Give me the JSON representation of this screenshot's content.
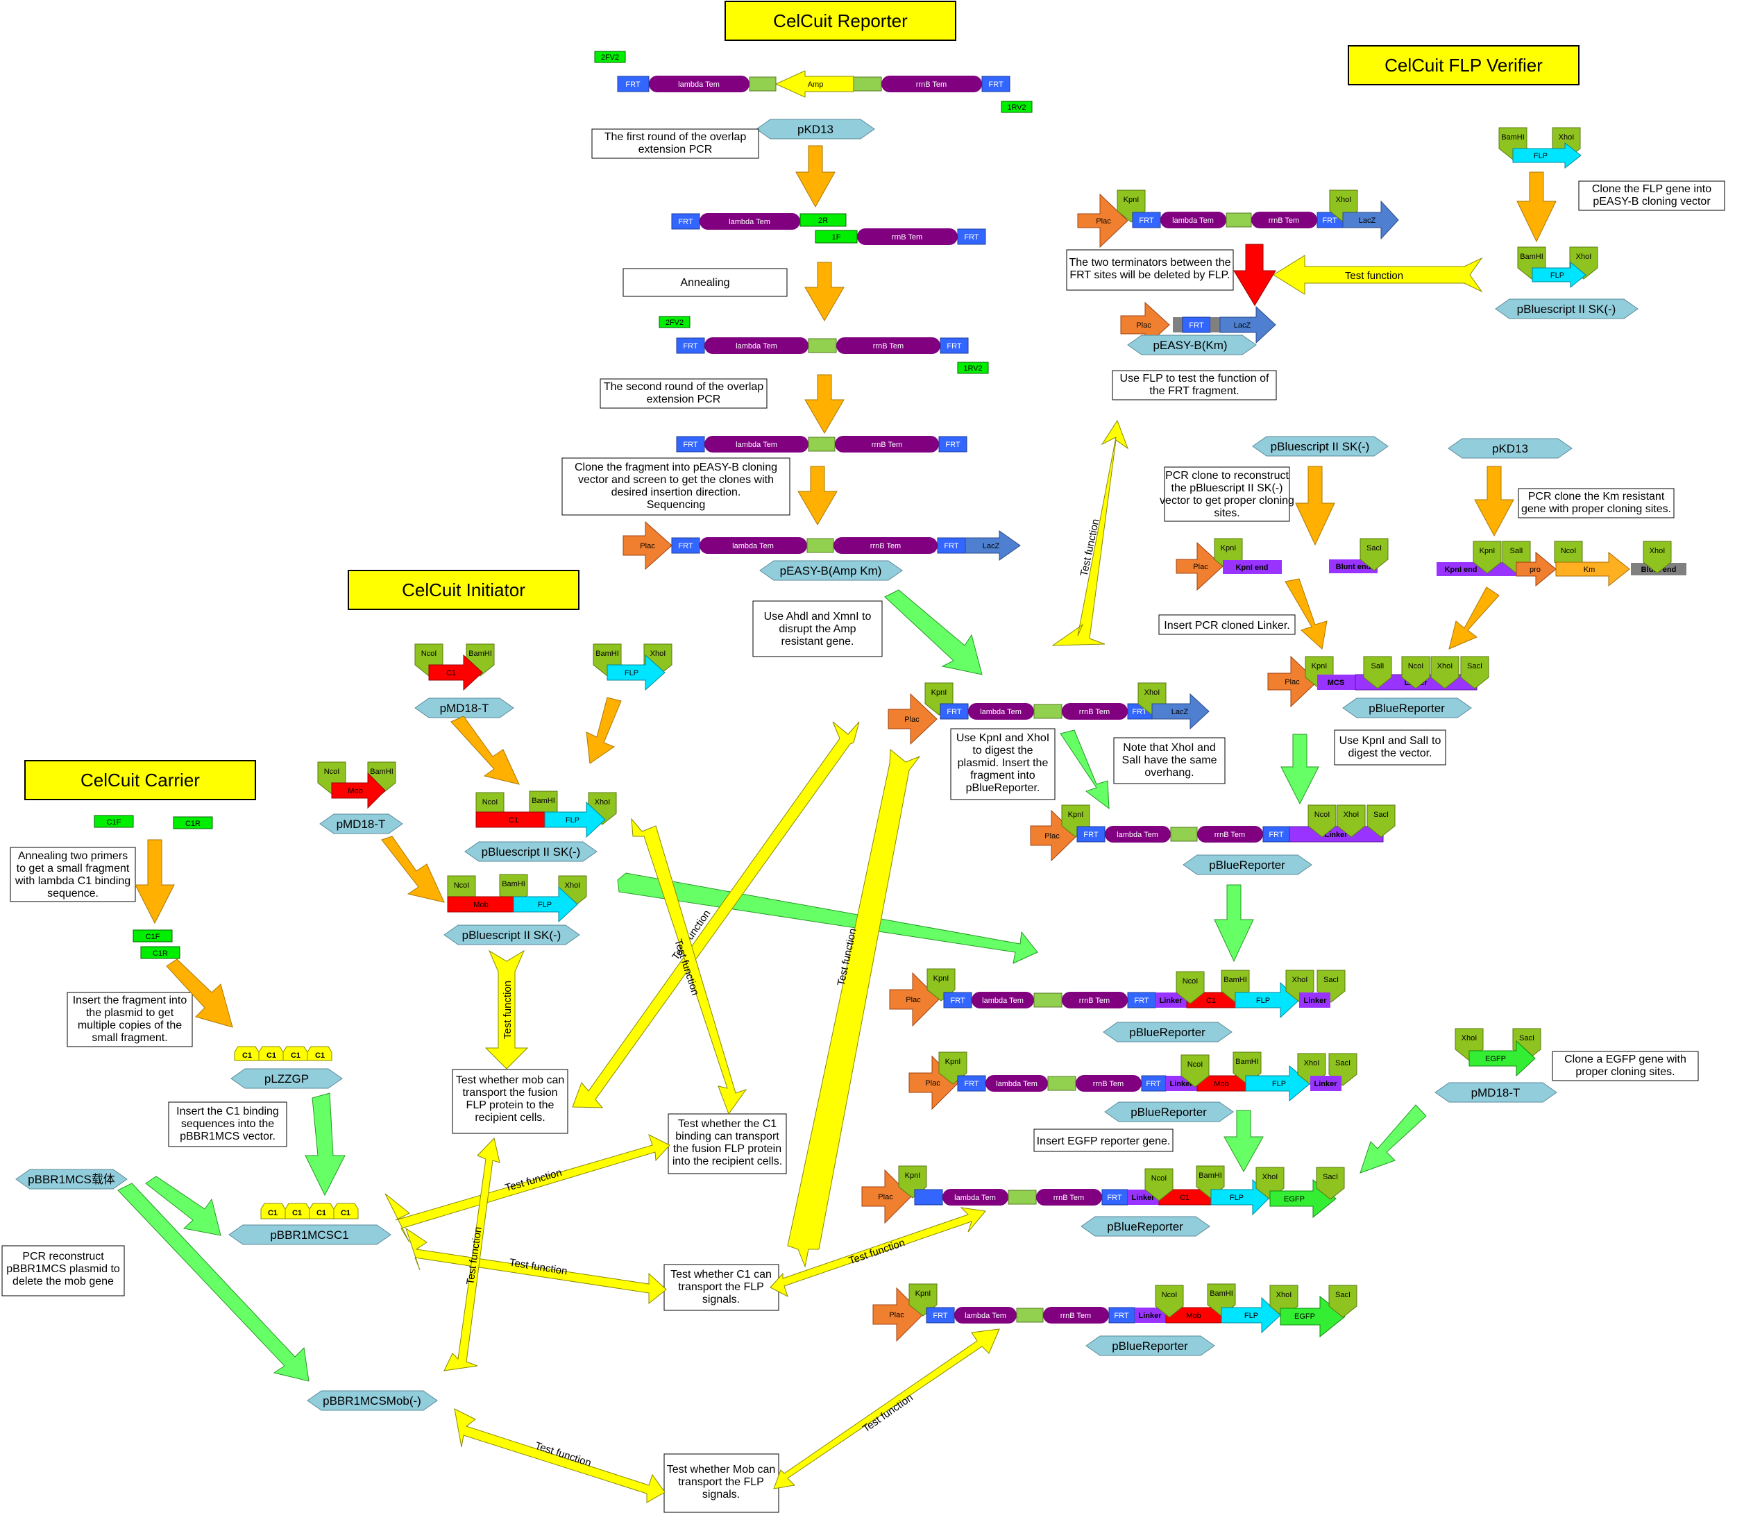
{
  "titles": {
    "reporter": "CelCuit Reporter",
    "verifier": "CelCuit FLP Verifier",
    "initiator": "CelCuit Initiator",
    "carrier": "CelCuit Carrier"
  },
  "notes": {
    "overlap1": [
      "The first round of the overlap",
      "extension PCR"
    ],
    "annealing": [
      "Annealing"
    ],
    "overlap2": [
      "The second round of the overlap",
      "extension PCR"
    ],
    "clone_easyb": [
      "Clone the fragment into pEASY-B cloning",
      "vector and screen to get the clones with",
      "desired insertion direction.",
      "Sequencing"
    ],
    "ahdl": [
      "Use Ahdl and XmnI to",
      "disrupt the Amp",
      "resistant gene."
    ],
    "kpnl_xhol": [
      "Use KpnI and XhoI",
      "to digest the",
      "plasmid. Insert the",
      "fragment into",
      "pBlueReporter."
    ],
    "overhang": [
      "Note that XhoI and",
      "SalI have the same",
      "overhang."
    ],
    "kpnl_sall": [
      "Use KpnI and SalI to",
      "digest the vector."
    ],
    "two_term": [
      "The two terminators between the",
      "FRT sites will be deleted by FLP."
    ],
    "use_flp": [
      "Use FLP to test the function of",
      "the FRT fragment."
    ],
    "clone_flp": [
      "Clone the FLP gene into",
      "pEASY-B cloning vector"
    ],
    "pcr_bluescript": [
      "PCR clone to reconstruct",
      "the pBluescript II SK(-)",
      "vector to get proper cloning",
      "sites."
    ],
    "pcr_km": [
      "PCR clone the Km resistant",
      "gene with proper cloning sites."
    ],
    "insert_linker": [
      "Insert PCR cloned Linker."
    ],
    "insert_egfp": [
      "Insert EGFP reporter gene."
    ],
    "clone_egfp": [
      "Clone a EGFP gene with",
      "proper cloning sites."
    ],
    "annealing_c1": [
      "Annealing two primers",
      "to get a small fragment",
      "with lambda C1 binding",
      "sequence."
    ],
    "insert_fragment": [
      "Insert the fragment into",
      "the plasmid to get",
      "multiple copies of the",
      "small fragment."
    ],
    "insert_c1": [
      "Insert the C1 binding",
      "sequences into the",
      "pBBR1MCS vector."
    ],
    "pcr_mob": [
      "PCR reconstruct",
      "pBBR1MCS plasmid to",
      "delete the mob gene"
    ],
    "test_mob": [
      "Test whether mob can",
      "transport the fusion",
      "FLP protein to the",
      "recipient cells."
    ],
    "test_c1": [
      "Test whether the C1",
      "binding can transport",
      "the fusion FLP protein",
      "into the recipient cells."
    ],
    "test_c1_signal": [
      "Test whether C1 can",
      "transport the FLP",
      "signals."
    ],
    "test_mob_signal": [
      "Test whether Mob can",
      "transport the FLP",
      "signals."
    ]
  },
  "vectors": {
    "pKD13_a": "pKD13",
    "pEASY_AmpKm": "pEASY-B(Amp Km)",
    "pEASY_Km": "pEASY-B(Km)",
    "pBluescript_r": "pBluescript II SK(-)",
    "pBluescript_m": "pBluescript II SK(-)",
    "pKD13_b": "pKD13",
    "pBlueReporter_1": "pBlueReporter",
    "pBlueReporter_2": "pBlueReporter",
    "pBlueReporter_3": "pBlueReporter",
    "pBlueReporter_4": "pBlueReporter",
    "pBlueReporter_5": "pBlueReporter",
    "pBlueReporter_6": "pBlueReporter",
    "pMD18T_egfp": "pMD18-T",
    "pMD18T_c1": "pMD18-T",
    "pMD18T_mob": "pMD18-T",
    "pBluescript_c1": "pBluescript II SK(-)",
    "pBluescript_mob": "pBluescript II SK(-)",
    "pLZZGP": "pLZZGP",
    "pBBR1MCS_cn": "pBBR1MCS载体",
    "pBBR1MCSC1": "pBBR1MCSC1",
    "pBBR1MCSMob": "pBBR1MCSMob(-)"
  },
  "labels": {
    "FRT": "FRT",
    "lambda": "lambda Tem",
    "rrnB": "rrnB Tem",
    "Amp": "Amp",
    "Plac": "Plac",
    "LacZ": "LacZ",
    "KpnI": "KpnI",
    "XhoI": "XhoI",
    "SalI": "SalI",
    "SacI": "SacI",
    "NcoI": "NcoI",
    "BamHI": "BamHI",
    "FLP": "FLP",
    "C1": "C1",
    "Mob": "Mob",
    "EGFP": "EGFP",
    "Linker": "Linker",
    "MCS": "MCS",
    "Km": "Km",
    "pro": "pro",
    "Kpnl_end": "KpnI end",
    "Blunt_end": "Blunt end",
    "p2FV2": "2FV2",
    "p1RV2": "1RV2",
    "p2R": "2R",
    "p1F": "1F",
    "C1F": "C1F",
    "C1R": "C1R",
    "test_function": "Test function"
  },
  "colors": {
    "title_bg": "#ffff00",
    "frt": "#3366ff",
    "terminator": "#800080",
    "spacer": "#92d050",
    "amp": "#ffff00",
    "plac": "#f08030",
    "lacz": "#4f7fd0",
    "enzyme": "#8fc31f",
    "flp": "#00e5ff",
    "c1": "#ff0000",
    "egfp": "#33ee33",
    "linker": "#9933ff",
    "vector": "#92cddc",
    "primer": "#00ee00",
    "km": "#ffb020",
    "blunt": "#808080",
    "arrow_orange": "#ffb000",
    "arrow_green": "#66ff66",
    "arrow_yellow": "#ffff00",
    "arrow_red": "#ff0000"
  }
}
